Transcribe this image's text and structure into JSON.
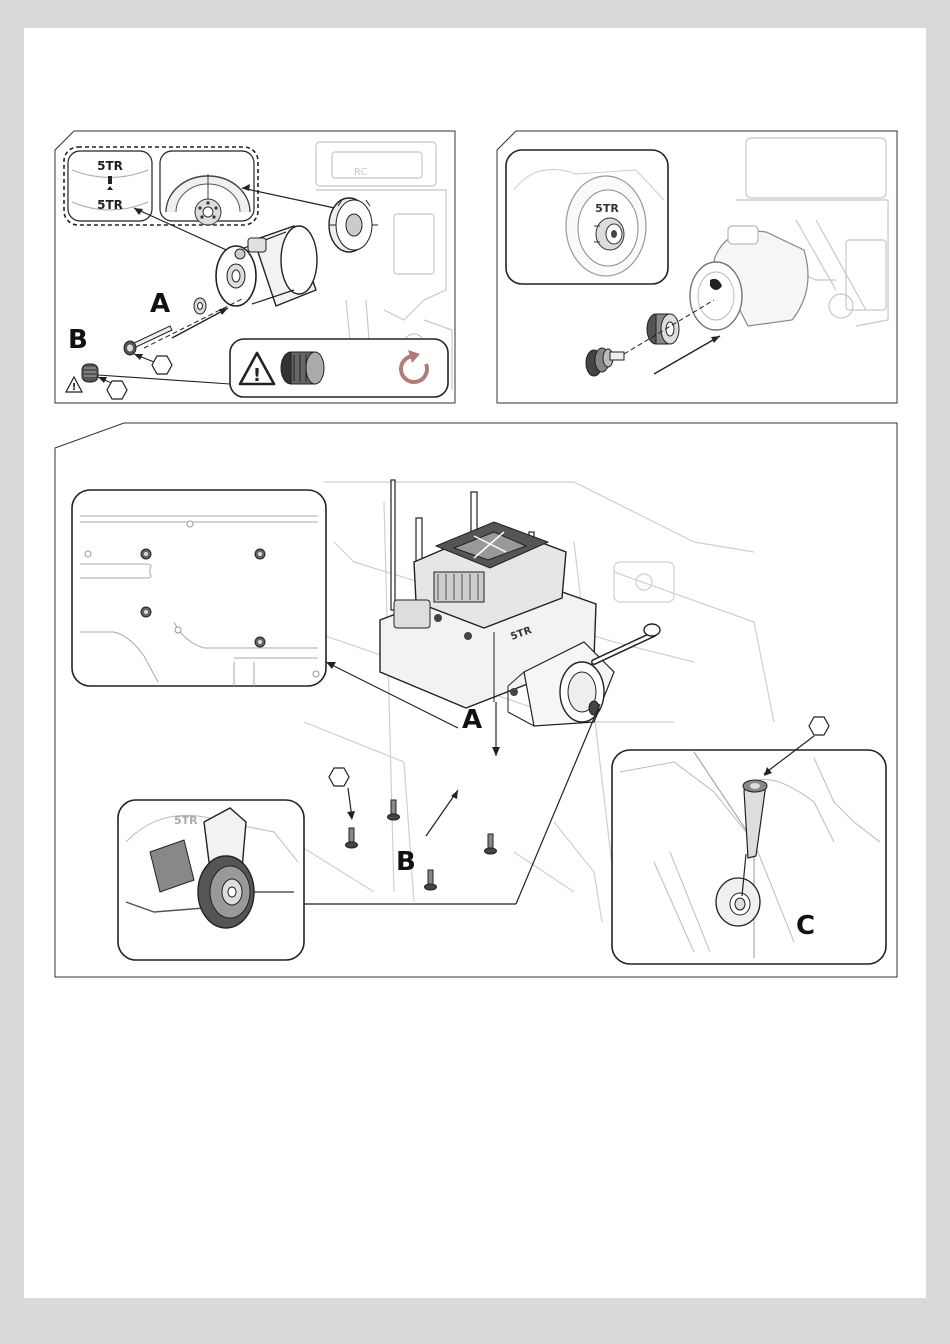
{
  "step1": {
    "callouts": {
      "a": "A",
      "b": "B"
    },
    "logo_top": "5TR",
    "logo_bottom": "5TR",
    "warning_symbol": "!",
    "icons": [
      "warning-icon",
      "hex-key-icon",
      "rotate-counterclockwise-icon"
    ]
  },
  "step2": {
    "logo": "5TR"
  },
  "step3": {
    "callouts": {
      "a": "A",
      "b": "B",
      "c": "C"
    },
    "logo": "5TR",
    "icons": [
      "hex-key-icon"
    ]
  },
  "colors": {
    "page_background": "#d9d9d9",
    "sheet": "#ffffff",
    "line": "#222222",
    "faint_line": "#bdbdbd",
    "rotate_arrow": "#b07c78"
  }
}
